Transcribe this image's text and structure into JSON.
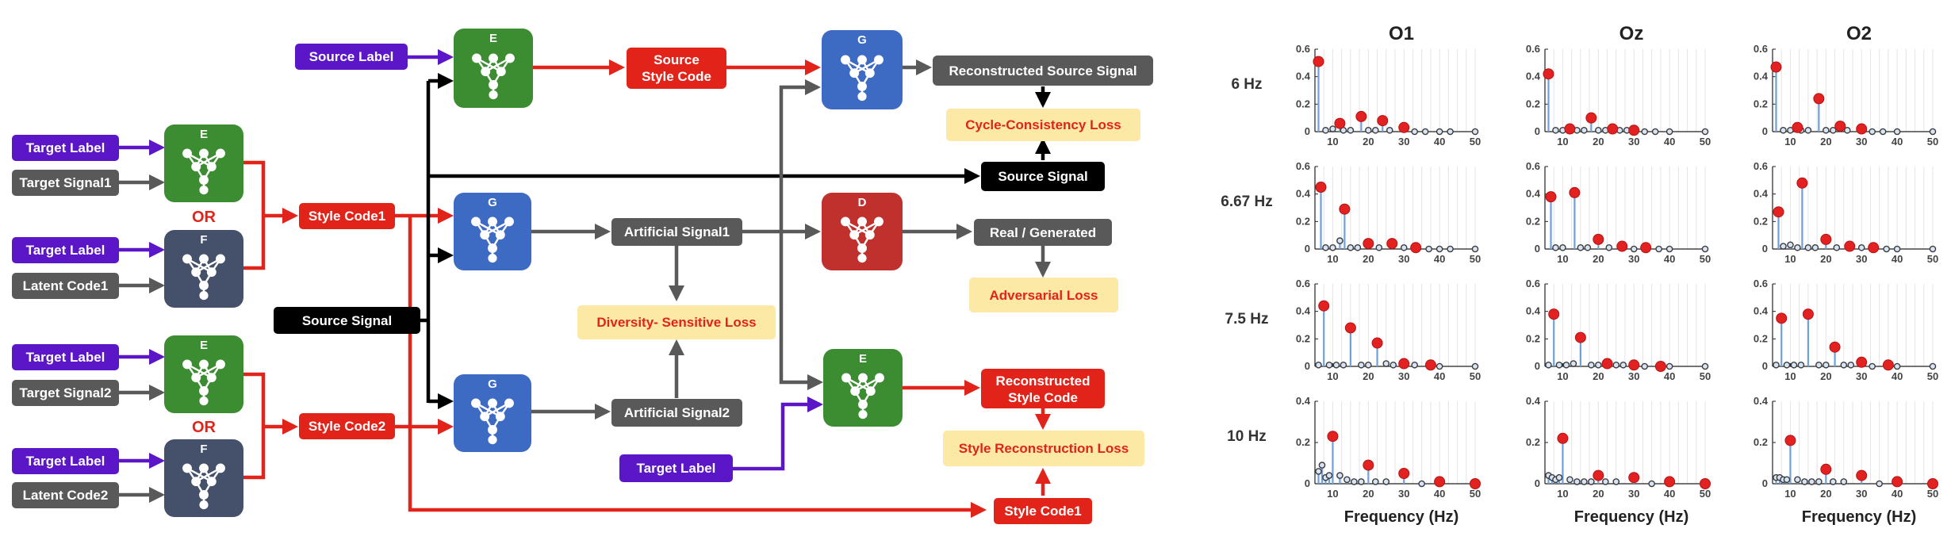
{
  "diagram": {
    "colors": {
      "purple": "#5a16c7",
      "gray": "#595959",
      "red": "#e2231a",
      "black": "#000000",
      "green": "#3c8d32",
      "blue": "#3d6bc4",
      "darkred": "#c0302c",
      "navy": "#45506a",
      "loss_bg": "#fde9a6"
    },
    "inputs": {
      "target_label": "Target Label",
      "target_signal1": "Target Signal1",
      "latent_code1": "Latent Code1",
      "target_signal2": "Target Signal2",
      "latent_code2": "Latent Code2",
      "or_label": "OR"
    },
    "nets": {
      "E": "E",
      "F": "F",
      "G": "G",
      "D": "D"
    },
    "boxes": {
      "source_label": "Source Label",
      "source_style_code_line1": "Source",
      "source_style_code_line2": "Style Code",
      "reconstructed_source_signal": "Reconstructed Source Signal",
      "cycle_consistency_loss": "Cycle-Consistency Loss",
      "source_signal_right": "Source Signal",
      "style_code1": "Style Code1",
      "style_code2": "Style Code2",
      "source_signal_left": "Source Signal",
      "artificial_signal1": "Artificial Signal1",
      "artificial_signal2": "Artificial Signal2",
      "diversity_sensitive_loss": "Diversity- Sensitive Loss",
      "real_generated": "Real / Generated",
      "adversarial_loss": "Adversarial Loss",
      "reconstructed_style_code_line1": "Reconstructed",
      "reconstructed_style_code_line2": "Style Code",
      "style_reconstruction_loss": "Style Reconstruction Loss",
      "target_label_bottom": "Target Label",
      "style_code1_bottom": "Style Code1"
    }
  },
  "chart_data": {
    "type": "scatter",
    "description_kind": "stem",
    "columns": [
      "O1",
      "Oz",
      "O2"
    ],
    "rows": [
      "6 Hz",
      "6.67 Hz",
      "7.5 Hz",
      "10 Hz"
    ],
    "xlabel": "Frequency (Hz)",
    "xlim": [
      5,
      50
    ],
    "xticks": [
      10,
      20,
      30,
      40,
      50
    ],
    "ylim": [
      0,
      0.6
    ],
    "yticks_by_row": [
      [
        0,
        0.2,
        0.4,
        0.6
      ],
      [
        0,
        0.2,
        0.4,
        0.6
      ],
      [
        0,
        0.2,
        0.4,
        0.6
      ],
      [
        0,
        0.2,
        0.4
      ]
    ],
    "grid_x": [
      5,
      7.5,
      10,
      12.5,
      15,
      17.5,
      20,
      22.5,
      25,
      27.5,
      30,
      32.5,
      35,
      37.5,
      40,
      42.5,
      45,
      47.5,
      50
    ],
    "colors": {
      "highlight": "#e32121",
      "stem": "#6fa0d8",
      "other": "#3b3b3b"
    },
    "panels": [
      {
        "row": "6 Hz",
        "column": "O1",
        "peaks": [
          [
            6,
            0.51
          ],
          [
            12,
            0.06
          ],
          [
            18,
            0.11
          ],
          [
            24,
            0.08
          ],
          [
            30,
            0.03
          ]
        ],
        "others": [
          [
            8,
            0.01
          ],
          [
            10,
            0.02
          ],
          [
            13,
            0.01
          ],
          [
            15,
            0.01
          ],
          [
            20,
            0.01
          ],
          [
            22,
            0.01
          ],
          [
            26,
            0.01
          ],
          [
            33,
            0.0
          ],
          [
            36,
            0.0
          ],
          [
            40,
            0.0
          ],
          [
            43,
            0.0
          ],
          [
            50,
            0.0
          ]
        ]
      },
      {
        "row": "6 Hz",
        "column": "Oz",
        "peaks": [
          [
            6,
            0.42
          ],
          [
            12,
            0.02
          ],
          [
            18,
            0.1
          ],
          [
            24,
            0.02
          ],
          [
            30,
            0.01
          ]
        ],
        "others": [
          [
            8,
            0.01
          ],
          [
            10,
            0.01
          ],
          [
            14,
            0.01
          ],
          [
            16,
            0.01
          ],
          [
            20,
            0.01
          ],
          [
            22,
            0.01
          ],
          [
            26,
            0.01
          ],
          [
            28,
            0.01
          ],
          [
            33,
            0.0
          ],
          [
            36,
            0.0
          ],
          [
            40,
            0.0
          ],
          [
            50,
            0.0
          ]
        ]
      },
      {
        "row": "6 Hz",
        "column": "O2",
        "peaks": [
          [
            6,
            0.47
          ],
          [
            12,
            0.03
          ],
          [
            18,
            0.24
          ],
          [
            24,
            0.04
          ],
          [
            30,
            0.02
          ]
        ],
        "others": [
          [
            8,
            0.01
          ],
          [
            10,
            0.01
          ],
          [
            13,
            0.01
          ],
          [
            15,
            0.01
          ],
          [
            20,
            0.01
          ],
          [
            22,
            0.01
          ],
          [
            26,
            0.01
          ],
          [
            33,
            0.0
          ],
          [
            36,
            0.0
          ],
          [
            40,
            0.0
          ],
          [
            50,
            0.0
          ]
        ]
      },
      {
        "row": "6.67 Hz",
        "column": "O1",
        "peaks": [
          [
            6.67,
            0.45
          ],
          [
            13.33,
            0.29
          ],
          [
            20,
            0.04
          ],
          [
            26.67,
            0.04
          ],
          [
            33.33,
            0.01
          ]
        ],
        "others": [
          [
            8,
            0.01
          ],
          [
            10,
            0.01
          ],
          [
            12,
            0.06
          ],
          [
            15,
            0.01
          ],
          [
            17,
            0.01
          ],
          [
            23,
            0.01
          ],
          [
            30,
            0.01
          ],
          [
            37,
            0.0
          ],
          [
            40,
            0.0
          ],
          [
            43,
            0.0
          ],
          [
            50,
            0.0
          ]
        ]
      },
      {
        "row": "6.67 Hz",
        "column": "Oz",
        "peaks": [
          [
            6.67,
            0.38
          ],
          [
            13.33,
            0.41
          ],
          [
            20,
            0.07
          ],
          [
            26.67,
            0.02
          ],
          [
            33.33,
            0.01
          ]
        ],
        "others": [
          [
            8,
            0.01
          ],
          [
            10,
            0.01
          ],
          [
            15,
            0.01
          ],
          [
            17,
            0.01
          ],
          [
            23,
            0.01
          ],
          [
            30,
            0.0
          ],
          [
            37,
            0.0
          ],
          [
            40,
            0.0
          ],
          [
            50,
            0.0
          ]
        ]
      },
      {
        "row": "6.67 Hz",
        "column": "O2",
        "peaks": [
          [
            6.67,
            0.27
          ],
          [
            13.33,
            0.48
          ],
          [
            20,
            0.07
          ],
          [
            26.67,
            0.02
          ],
          [
            33.33,
            0.01
          ]
        ],
        "others": [
          [
            8,
            0.02
          ],
          [
            10,
            0.03
          ],
          [
            12,
            0.01
          ],
          [
            15,
            0.01
          ],
          [
            17,
            0.01
          ],
          [
            23,
            0.01
          ],
          [
            30,
            0.01
          ],
          [
            37,
            0.0
          ],
          [
            40,
            0.0
          ],
          [
            50,
            0.0
          ]
        ]
      },
      {
        "row": "7.5 Hz",
        "column": "O1",
        "peaks": [
          [
            7.5,
            0.44
          ],
          [
            15,
            0.28
          ],
          [
            22.5,
            0.17
          ],
          [
            30,
            0.02
          ],
          [
            37.5,
            0.01
          ]
        ],
        "others": [
          [
            6,
            0.01
          ],
          [
            9,
            0.01
          ],
          [
            11,
            0.01
          ],
          [
            13,
            0.01
          ],
          [
            18,
            0.01
          ],
          [
            20,
            0.01
          ],
          [
            25,
            0.02
          ],
          [
            27,
            0.01
          ],
          [
            33,
            0.01
          ],
          [
            40,
            0.0
          ],
          [
            50,
            0.0
          ]
        ]
      },
      {
        "row": "7.5 Hz",
        "column": "Oz",
        "peaks": [
          [
            7.5,
            0.38
          ],
          [
            15,
            0.21
          ],
          [
            22.5,
            0.02
          ],
          [
            30,
            0.01
          ],
          [
            37.5,
            0.0
          ]
        ],
        "others": [
          [
            6,
            0.01
          ],
          [
            9,
            0.01
          ],
          [
            11,
            0.01
          ],
          [
            13,
            0.02
          ],
          [
            18,
            0.01
          ],
          [
            20,
            0.01
          ],
          [
            25,
            0.01
          ],
          [
            27,
            0.01
          ],
          [
            33,
            0.0
          ],
          [
            40,
            0.0
          ],
          [
            50,
            0.0
          ]
        ]
      },
      {
        "row": "7.5 Hz",
        "column": "O2",
        "peaks": [
          [
            7.5,
            0.35
          ],
          [
            15,
            0.38
          ],
          [
            22.5,
            0.14
          ],
          [
            30,
            0.03
          ],
          [
            37.5,
            0.01
          ]
        ],
        "others": [
          [
            6,
            0.01
          ],
          [
            9,
            0.01
          ],
          [
            11,
            0.01
          ],
          [
            13,
            0.01
          ],
          [
            18,
            0.01
          ],
          [
            20,
            0.01
          ],
          [
            25,
            0.01
          ],
          [
            27,
            0.01
          ],
          [
            33,
            0.0
          ],
          [
            40,
            0.0
          ],
          [
            50,
            0.0
          ]
        ]
      },
      {
        "row": "10 Hz",
        "column": "O1",
        "peaks": [
          [
            10,
            0.23
          ],
          [
            20,
            0.09
          ],
          [
            30,
            0.05
          ],
          [
            40,
            0.01
          ],
          [
            50,
            0.0
          ]
        ],
        "others": [
          [
            6,
            0.06
          ],
          [
            7,
            0.09
          ],
          [
            8,
            0.03
          ],
          [
            9,
            0.04
          ],
          [
            12,
            0.04
          ],
          [
            14,
            0.02
          ],
          [
            16,
            0.01
          ],
          [
            18,
            0.01
          ],
          [
            22,
            0.01
          ],
          [
            25,
            0.01
          ],
          [
            35,
            0.0
          ]
        ]
      },
      {
        "row": "10 Hz",
        "column": "Oz",
        "peaks": [
          [
            10,
            0.22
          ],
          [
            20,
            0.04
          ],
          [
            30,
            0.03
          ],
          [
            40,
            0.01
          ],
          [
            50,
            0.0
          ]
        ],
        "others": [
          [
            6,
            0.04
          ],
          [
            7,
            0.03
          ],
          [
            8,
            0.02
          ],
          [
            9,
            0.03
          ],
          [
            12,
            0.02
          ],
          [
            14,
            0.01
          ],
          [
            16,
            0.01
          ],
          [
            18,
            0.01
          ],
          [
            22,
            0.01
          ],
          [
            25,
            0.01
          ],
          [
            35,
            0.0
          ]
        ]
      },
      {
        "row": "10 Hz",
        "column": "O2",
        "peaks": [
          [
            10,
            0.21
          ],
          [
            20,
            0.07
          ],
          [
            30,
            0.04
          ],
          [
            40,
            0.01
          ],
          [
            50,
            0.0
          ]
        ],
        "others": [
          [
            6,
            0.03
          ],
          [
            7,
            0.03
          ],
          [
            8,
            0.02
          ],
          [
            9,
            0.02
          ],
          [
            12,
            0.02
          ],
          [
            14,
            0.01
          ],
          [
            16,
            0.01
          ],
          [
            18,
            0.01
          ],
          [
            22,
            0.01
          ],
          [
            25,
            0.01
          ],
          [
            35,
            0.0
          ]
        ]
      }
    ]
  }
}
